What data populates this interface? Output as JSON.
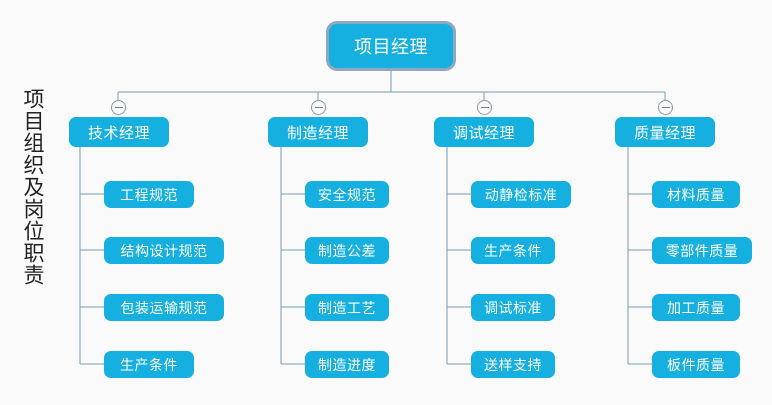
{
  "side_caption": "项目组织及岗位职责",
  "colors": {
    "node_fill": "#16b0e0",
    "node_text": "#ffffff",
    "line": "#7b9cb5",
    "background": "#fafafa",
    "root_ring": "#8fa8bd",
    "toggle_border": "#8a9aa8"
  },
  "chart_data": {
    "type": "tree",
    "orientation": "top-down",
    "root": "项目经理",
    "branches": [
      {
        "manager": "技术经理",
        "collapsed": false,
        "toggle_icon": "minus-circle-icon",
        "children": [
          "工程规范",
          "结构设计规范",
          "包装运输规范",
          "生产条件"
        ]
      },
      {
        "manager": "制造经理",
        "collapsed": false,
        "toggle_icon": "minus-circle-icon",
        "children": [
          "安全规范",
          "制造公差",
          "制造工艺",
          "制造进度"
        ]
      },
      {
        "manager": "调试经理",
        "collapsed": false,
        "toggle_icon": "minus-circle-icon",
        "children": [
          "动静检标准",
          "生产条件",
          "调试标准",
          "送样支持"
        ]
      },
      {
        "manager": "质量经理",
        "collapsed": false,
        "toggle_icon": "minus-circle-icon",
        "children": [
          "材料质量",
          "零部件质量",
          "加工质量",
          "板件质量"
        ]
      }
    ]
  },
  "nodes": {
    "root": {
      "label": "项目经理"
    },
    "managers": [
      {
        "label": "技术经理"
      },
      {
        "label": "制造经理"
      },
      {
        "label": "调试经理"
      },
      {
        "label": "质量经理"
      }
    ],
    "col1": [
      {
        "label": "工程规范"
      },
      {
        "label": "结构设计规范"
      },
      {
        "label": "包装运输规范"
      },
      {
        "label": "生产条件"
      }
    ],
    "col2": [
      {
        "label": "安全规范"
      },
      {
        "label": "制造公差"
      },
      {
        "label": "制造工艺"
      },
      {
        "label": "制造进度"
      }
    ],
    "col3": [
      {
        "label": "动静检标准"
      },
      {
        "label": "生产条件"
      },
      {
        "label": "调试标准"
      },
      {
        "label": "送样支持"
      }
    ],
    "col4": [
      {
        "label": "材料质量"
      },
      {
        "label": "零部件质量"
      },
      {
        "label": "加工质量"
      },
      {
        "label": "板件质量"
      }
    ]
  }
}
